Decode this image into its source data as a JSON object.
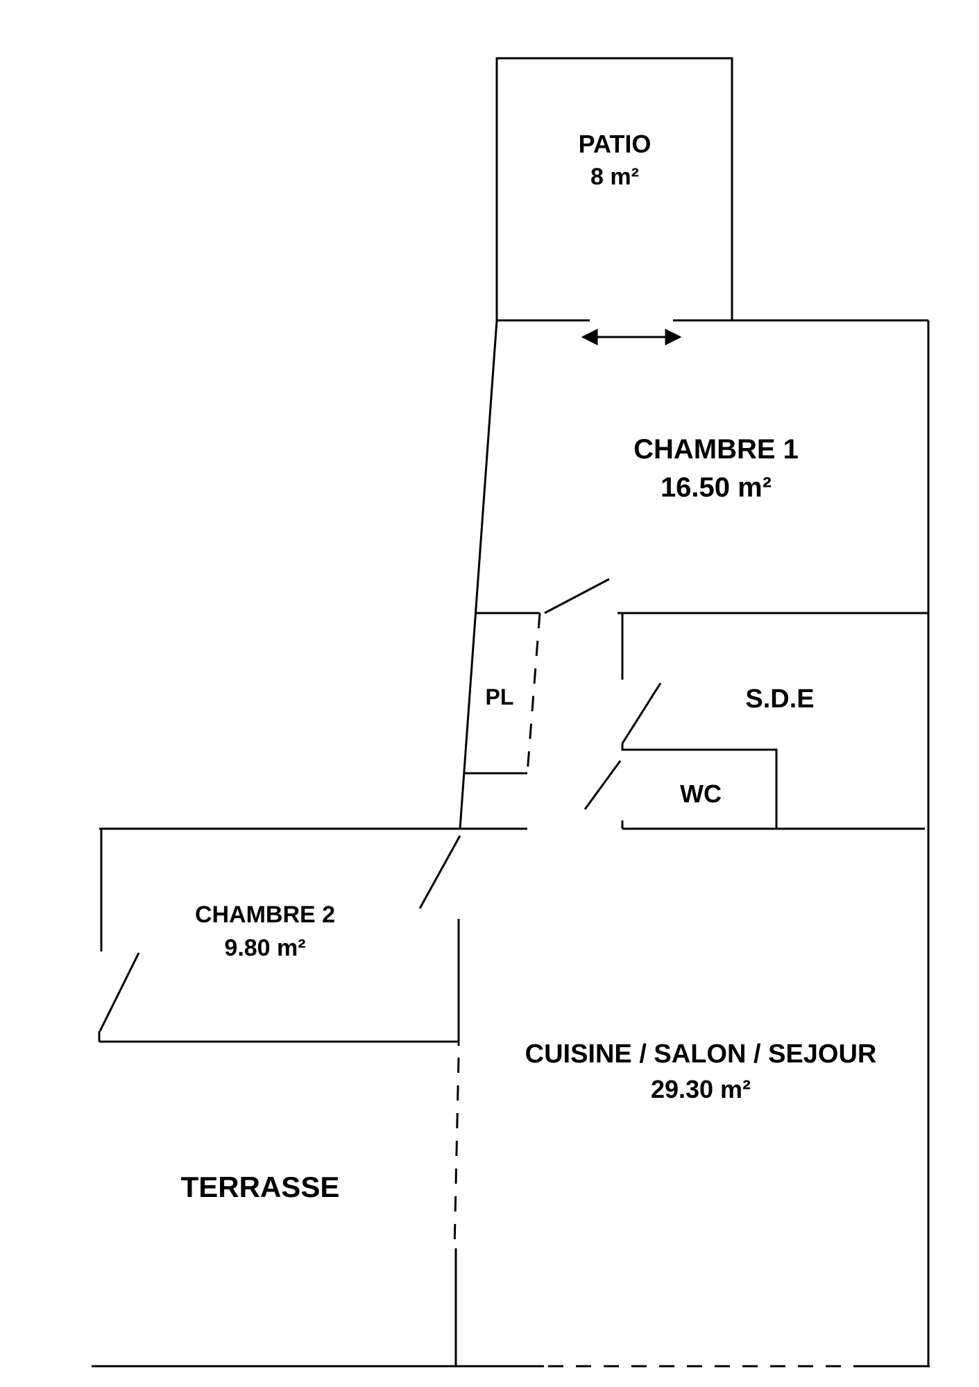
{
  "rooms": {
    "patio": {
      "name": "PATIO",
      "area": "8 m²"
    },
    "chambre1": {
      "name": "CHAMBRE 1",
      "area": "16.50 m²"
    },
    "pl": {
      "name": "PL"
    },
    "sde": {
      "name": "S.D.E"
    },
    "wc": {
      "name": "WC"
    },
    "chambre2": {
      "name": "CHAMBRE 2",
      "area": "9.80 m²"
    },
    "sejour": {
      "name": "CUISINE / SALON / SEJOUR",
      "area": "29.30 m²"
    },
    "terrasse": {
      "name": "TERRASSE"
    }
  }
}
